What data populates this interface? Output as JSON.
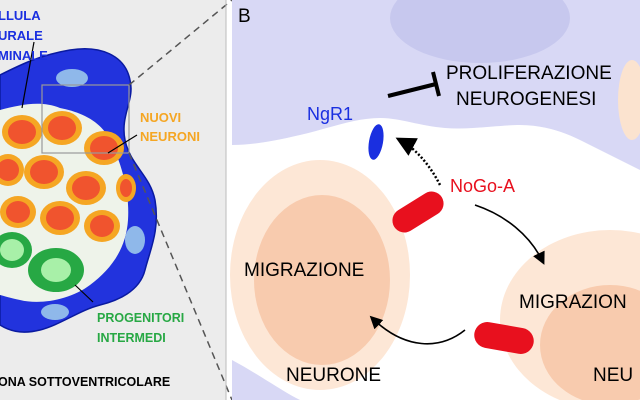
{
  "panel_a": {
    "cell_label_lines": [
      "LLULA",
      "URALE",
      "MINALE"
    ],
    "new_neurons_lines": [
      "NUOVI",
      "NEURONI"
    ],
    "progenitors_lines": [
      "PROGENITORI",
      "INTERMEDI"
    ],
    "zone_label": "ONA SOTTOVENTRICOLARE"
  },
  "panel_b": {
    "panel_letter": "B",
    "receptor_label": "NgR1",
    "ligand_label": "NoGo-A",
    "effect_lines": [
      "PROLIFERAZIONE",
      "NEUROGENESI"
    ],
    "migration_label_1": "MIGRAZIONE",
    "migration_label_2": "MIGRAZION",
    "neuron_label_1": "NEURONE",
    "neuron_label_2": "NEU"
  },
  "colors": {
    "blue_cell": "#2233dd",
    "orange_ring": "#f5a623",
    "red_core": "#f0542e",
    "green_dark": "#27a844",
    "green_light": "#a8f0a8",
    "lavender": "#d8d8f5",
    "peach": "#fbe3cf",
    "red_ligand": "#e8101e",
    "blue_receptor": "#1a2fe0"
  }
}
